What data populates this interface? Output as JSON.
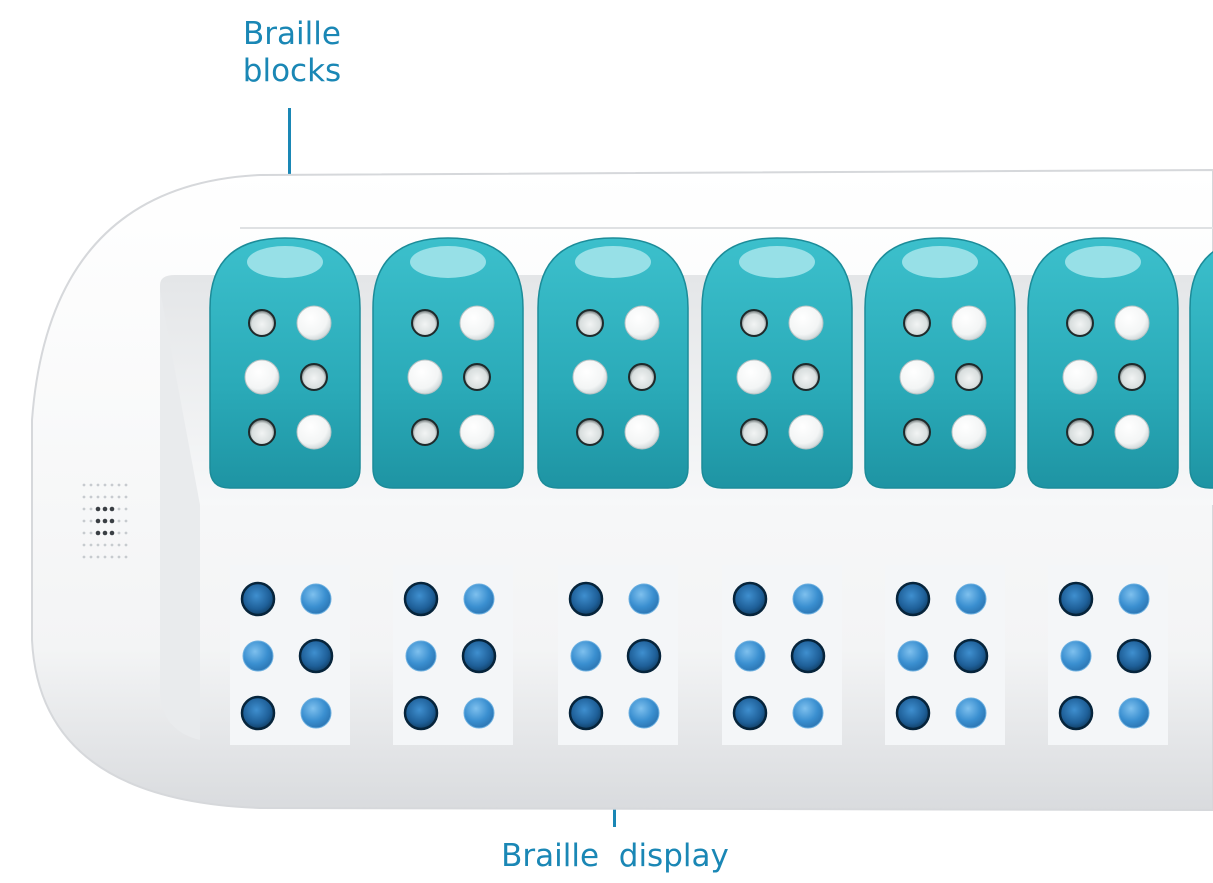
{
  "labels": {
    "blocks_line1": "Braille",
    "blocks_line2": "blocks",
    "display": "Braille  display"
  },
  "colors": {
    "label": "#1a87b5",
    "block_fill": "#2fb3bf",
    "block_highlight": "#a8e6ec",
    "body": "#f4f5f6",
    "dot_blue": "#3a8fd0",
    "dot_dark": "#0d4a7a"
  },
  "braille_cells": {
    "count_visible": 6,
    "block_dots_raised": [
      false,
      true,
      true,
      false,
      false,
      true
    ],
    "display_dots_dark": [
      true,
      false,
      false,
      true,
      true,
      false
    ]
  }
}
